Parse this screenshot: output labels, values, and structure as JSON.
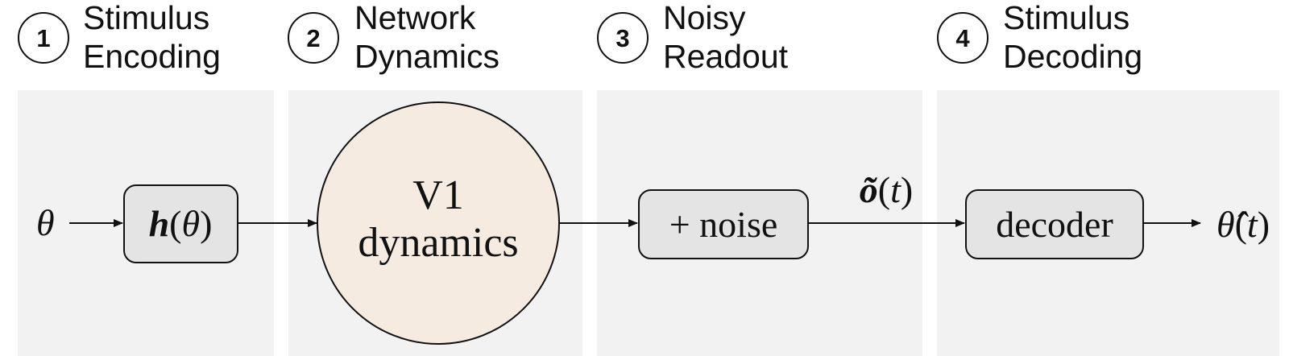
{
  "steps": [
    {
      "number": "1",
      "title_line1": "Stimulus",
      "title_line2": "Encoding"
    },
    {
      "number": "2",
      "title_line1": "Network",
      "title_line2": "Dynamics"
    },
    {
      "number": "3",
      "title_line1": "Noisy",
      "title_line2": "Readout"
    },
    {
      "number": "4",
      "title_line1": "Stimulus",
      "title_line2": "Decoding"
    }
  ],
  "diagram": {
    "input_symbol": "θ",
    "encoder": {
      "fn": "h",
      "lparen": "(",
      "arg": "θ",
      "rparen": ")"
    },
    "dynamics": {
      "line1": "V1",
      "line2": "dynamics"
    },
    "noise": {
      "label": "+ noise"
    },
    "readout": {
      "symbol": "õ",
      "lparen": "(",
      "arg": "t",
      "rparen": ")"
    },
    "decoder": {
      "label": "decoder"
    },
    "output": {
      "symbol": "θ̂",
      "lparen": "(",
      "arg": "t",
      "rparen": ")"
    }
  },
  "colors": {
    "panel_bg": "#f2f2f2",
    "box_fill": "#e4e4e4",
    "circle_fill": "#f6ebe0",
    "stroke": "#111111"
  }
}
